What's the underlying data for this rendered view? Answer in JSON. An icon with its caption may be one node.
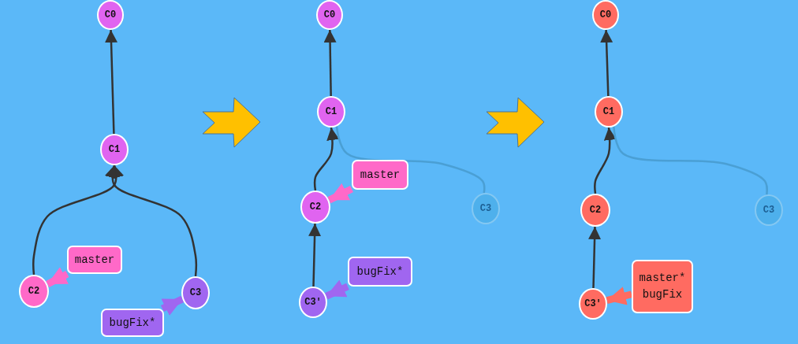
{
  "diagram": {
    "nodes": [
      {
        "text": [
          "C0"
        ]
      },
      {
        "text": [
          "C1"
        ]
      },
      {
        "text": [
          "C2"
        ]
      },
      {
        "text": [
          "C3"
        ]
      },
      {
        "text": [
          "master"
        ]
      },
      {
        "text": [
          "bugFix*"
        ]
      },
      {
        "text": [
          "C0"
        ]
      },
      {
        "text": [
          "C1"
        ]
      },
      {
        "text": [
          "C2"
        ]
      },
      {
        "text": [
          "C3"
        ]
      },
      {
        "text": [
          "C3'"
        ]
      },
      {
        "text": [
          "master"
        ]
      },
      {
        "text": [
          "bugFix*"
        ]
      },
      {
        "text": [
          "C0"
        ]
      },
      {
        "text": [
          "C1"
        ]
      },
      {
        "text": [
          "C2"
        ]
      },
      {
        "text": [
          "C3"
        ]
      },
      {
        "text": [
          "C3'"
        ]
      },
      {
        "text": [
          "master*",
          "bugFix"
        ]
      }
    ],
    "edges": [
      {
        "from": 1,
        "to": 0,
        "arrow": "to"
      },
      {
        "from": 2,
        "to": 1,
        "arrow": "to"
      },
      {
        "from": 3,
        "to": 1,
        "arrow": "to"
      },
      {
        "from": 4,
        "to": 2,
        "arrow": "to",
        "style": "thick",
        "color": "#ff69c8"
      },
      {
        "from": 5,
        "to": 3,
        "arrow": "to",
        "style": "thick",
        "color": "#a066f0"
      },
      {
        "from": 7,
        "to": 6,
        "arrow": "to"
      },
      {
        "from": 8,
        "to": 7,
        "arrow": "to"
      },
      {
        "from": 9,
        "to": 7,
        "arrow": "none",
        "color": "#4a9fd4"
      },
      {
        "from": 10,
        "to": 8,
        "arrow": "to"
      },
      {
        "from": 11,
        "to": 8,
        "arrow": "to",
        "style": "thick",
        "color": "#ff69c8"
      },
      {
        "from": 12,
        "to": 10,
        "arrow": "to",
        "style": "thick",
        "color": "#a066f0"
      },
      {
        "from": 14,
        "to": 13,
        "arrow": "to"
      },
      {
        "from": 15,
        "to": 14,
        "arrow": "to"
      },
      {
        "from": 16,
        "to": 14,
        "arrow": "none",
        "color": "#4a9fd4"
      },
      {
        "from": 17,
        "to": 15,
        "arrow": "to"
      },
      {
        "from": 18,
        "to": 17,
        "arrow": "to",
        "style": "thick",
        "color": "#ff6b61"
      }
    ]
  }
}
